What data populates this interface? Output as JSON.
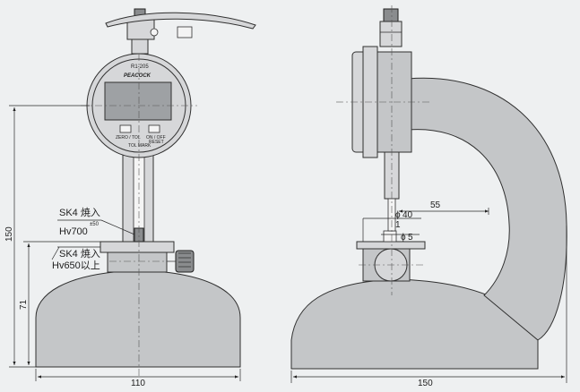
{
  "front_view": {
    "model_label": "R1-205",
    "brand_label": "PEACOCK",
    "button_left": "ZERO / TOL",
    "button_right": "ON / OFF",
    "tol_marks": "TOL MARK",
    "reset_label": "RESET",
    "dim_height_total": "150",
    "dim_height_table": "71",
    "dim_width": "110",
    "note_top_line1": "SK4 焼入",
    "note_top_tol": "±50",
    "note_top_line2": "Hv700",
    "note_bottom_line1": "SK4 焼入",
    "note_bottom_line2": "Hv650以上"
  },
  "side_view": {
    "dim_reach": "55",
    "dim_anvil_dia": "40",
    "dim_anvil_sub": "1",
    "dim_contact_dia": "5",
    "dim_width": "150",
    "dia_symbol": "ϕ"
  }
}
